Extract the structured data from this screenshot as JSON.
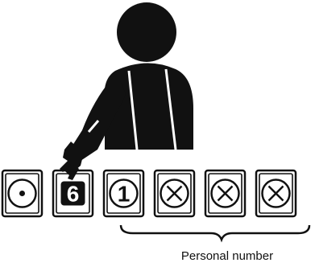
{
  "keys": [
    {
      "symbol": "dot",
      "label": ""
    },
    {
      "symbol": "digit",
      "label": "6"
    },
    {
      "symbol": "digit",
      "label": "1"
    },
    {
      "symbol": "cross",
      "label": ""
    },
    {
      "symbol": "cross",
      "label": ""
    },
    {
      "symbol": "cross",
      "label": ""
    }
  ],
  "caption": "Personal number",
  "icons": [
    "person-pressing-icon",
    "key-icon"
  ],
  "colors": {
    "ink": "#111111",
    "background": "#ffffff"
  }
}
